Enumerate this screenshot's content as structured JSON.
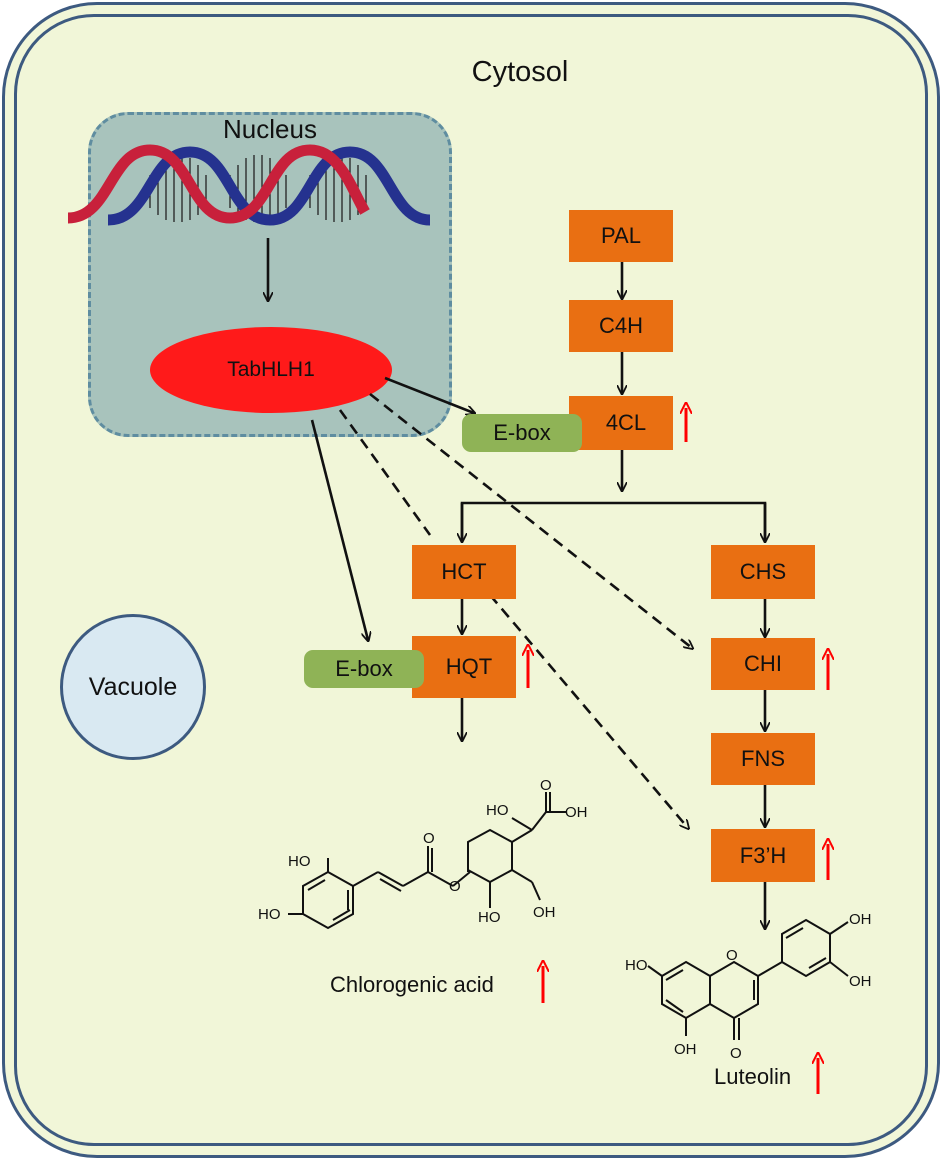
{
  "compartments": {
    "cytosol": "Cytosol",
    "nucleus": "Nucleus",
    "vacuole": "Vacuole"
  },
  "transcription_factor": "TabHLH1",
  "promoter_element": "E-box",
  "enzymes": {
    "pal": "PAL",
    "c4h": "C4H",
    "four_cl": "4CL",
    "hct": "HCT",
    "hqt": "HQT",
    "chs": "CHS",
    "chi": "CHI",
    "fns": "FNS",
    "f3h": "F3’H"
  },
  "products": {
    "chlorogenic_acid": "Chlorogenic acid",
    "luteolin": "Luteolin"
  },
  "structure_labels": {
    "ho": "HO",
    "oh": "OH",
    "o": "O"
  },
  "colors": {
    "enzyme": "#e96f12",
    "ebox": "#8fb356",
    "tf": "#ff1a1a",
    "dna_red": "#c8203b",
    "dna_blue": "#25328f",
    "up_arrow": "#ff0000"
  },
  "icons": {
    "dna": "dna-double-helix-icon",
    "upregulated": "red-up-arrow-icon"
  }
}
